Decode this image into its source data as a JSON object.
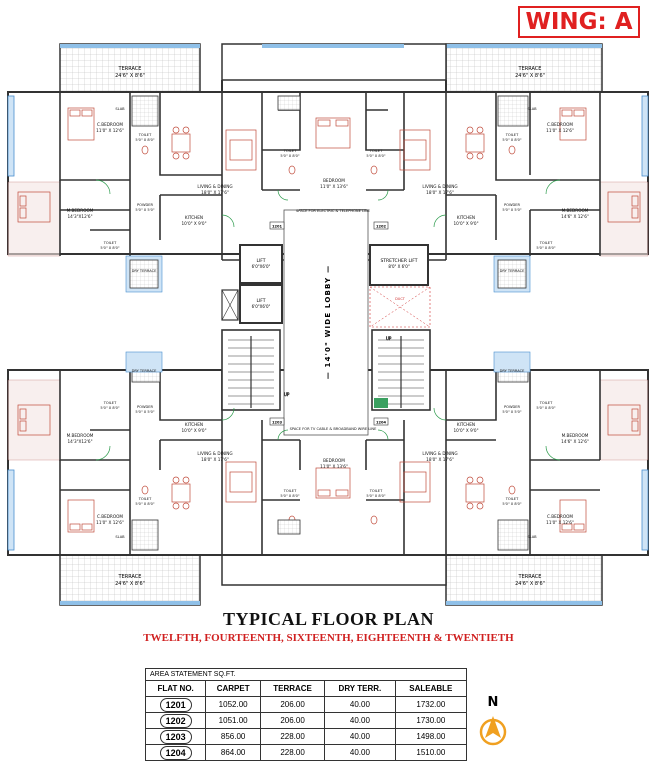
{
  "badge": {
    "wing": "WING: A"
  },
  "plan": {
    "terrace_tl": "TERRACE",
    "terrace_tl_dim": "24'6\" X 8'6\"",
    "terrace_tr": "TERRACE",
    "terrace_tr_dim": "24'6\" X 8'6\"",
    "terrace_bl": "TERRACE",
    "terrace_bl_dim": "24'6\" X 8'6\"",
    "terrace_br": "TERRACE",
    "terrace_br_dim": "24'6\" X 8'6\"",
    "cbed_tl": "C.BEDROOM",
    "cbed_tl_dim": "11'0\" X 12'6\"",
    "cbed_tr": "C.BEDROOM",
    "cbed_tr_dim": "11'0\" X 12'6\"",
    "cbed_bl": "C.BEDROOM",
    "cbed_bl_dim": "11'0\" X 12'6\"",
    "cbed_br": "C.BEDROOM",
    "cbed_br_dim": "11'0\" X 12'6\"",
    "mbed_tl": "M.BEDROOM",
    "mbed_tl_dim": "14'3\"X12'6\"",
    "mbed_tr": "M.BEDROOM",
    "mbed_tr_dim": "14'6\" X 12'6\"",
    "mbed_bl": "M.BEDROOM",
    "mbed_bl_dim": "14'3\"X12'6\"",
    "mbed_br": "M.BEDROOM",
    "mbed_br_dim": "14'6\" X 12'6\"",
    "living_tl": "LIVING & DINING",
    "living_tl_dim": "18'0\" X 17'6\"",
    "living_tr": "LIVING & DINING",
    "living_tr_dim": "18'0\" X 17'6\"",
    "living_bl": "LIVING & DINING",
    "living_bl_dim": "18'0\" X 17'6\"",
    "living_br": "LIVING & DINING",
    "living_br_dim": "18'0\" X 17'6\"",
    "kitchen_tl": "KITCHEN",
    "kitchen_tl_dim": "10'0\" X 9'0\"",
    "kitchen_tr": "KITCHEN",
    "kitchen_tr_dim": "10'0\" X 9'0\"",
    "kitchen_bl": "KITCHEN",
    "kitchen_bl_dim": "10'0\" X 9'0\"",
    "kitchen_br": "KITCHEN",
    "kitchen_br_dim": "10'0\" X 9'0\"",
    "bed_top": "BEDROOM",
    "bed_top_dim": "11'0\" X 13'6\"",
    "bed_bottom": "BEDROOM",
    "bed_bottom_dim": "11'0\" X 13'6\"",
    "toilet": "TOILET",
    "toilet_dim": "5'0\" X 8'0\"",
    "powder": "POWDER",
    "powder_dim": "5'0\" X 5'0\"",
    "dry_terrace": "DRY TERRACE",
    "lift1": "LIFT",
    "lift1_dim": "6'0\"X6'0\"",
    "lift2": "LIFT",
    "lift2_dim": "6'0\"X6'0\"",
    "stretcher_lift": "STRETCHER LIFT",
    "stretcher_dim": "8'0\" X 6'0\"",
    "lobby": "— 14'0\" WIDE LOBBY —",
    "elec_space": "SPACE FOR ELECTRIC & TELEPHONE LINE",
    "tv_space": "SPACE FOR TV CABLE & BROADBAND WIRE LINE",
    "duct": "DUCT",
    "up": "UP",
    "slab": "SLAB",
    "unit_1201": "1201",
    "unit_1202": "1202",
    "unit_1203": "1203",
    "unit_1204": "1204"
  },
  "title": "TYPICAL FLOOR PLAN",
  "subtitle": "TWELFTH, FOURTEENTH, SIXTEENTH, EIGHTEENTH & TWENTIETH",
  "table": {
    "caption": "AREA STATEMENT SQ.FT.",
    "headers": [
      "FLAT NO.",
      "CARPET",
      "TERRACE",
      "DRY TERR.",
      "SALEABLE"
    ],
    "rows": [
      [
        "1201",
        "1052.00",
        "206.00",
        "40.00",
        "1732.00"
      ],
      [
        "1202",
        "1051.00",
        "206.00",
        "40.00",
        "1730.00"
      ],
      [
        "1203",
        "856.00",
        "228.00",
        "40.00",
        "1498.00"
      ],
      [
        "1204",
        "864.00",
        "228.00",
        "40.00",
        "1510.00"
      ]
    ]
  },
  "compass": {
    "label": "N",
    "color": "#f0a020"
  },
  "colors": {
    "accent_red": "#e02020",
    "furniture": "#c04a3a",
    "glazing": "#4a8fd0",
    "door_arc": "#2a9a4a"
  }
}
